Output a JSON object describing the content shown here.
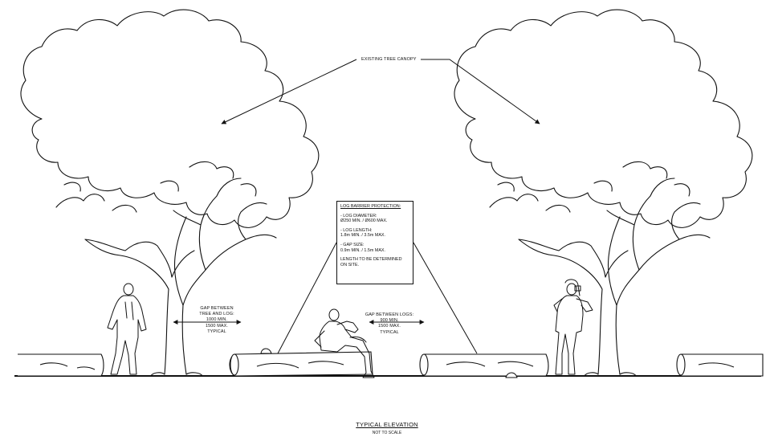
{
  "labels": {
    "canopy": "EXISTING TREE CANOPY",
    "gap_tree_log": [
      "GAP BETWEEN",
      "TREE AND LOG:",
      "1000 MIN.",
      "1500 MAX.",
      "TYPICAL"
    ],
    "gap_logs": [
      "GAP BETWEEN LOGS:",
      "900 MIN.",
      "1500 MAX.",
      "TYPICAL"
    ]
  },
  "note_box": {
    "title": "LOG BARRIER PROTECTION:",
    "diameter_head": "- LOG DIAMETER:",
    "diameter_value": "Ø250 MIN. / Ø600 MAX.",
    "length_head": "- LOG LENGTH:",
    "length_value": "1.8m MIN. / 3.5m MAX.",
    "gap_head": "- GAP SIZE:",
    "gap_value": "0.9m MIN. / 1.5m MAX.",
    "footer_1": "LENGTH TO BE DETERMINED",
    "footer_2": "ON SITE."
  },
  "title": "TYPICAL ELEVATION",
  "subtitle": "NOT TO SCALE"
}
